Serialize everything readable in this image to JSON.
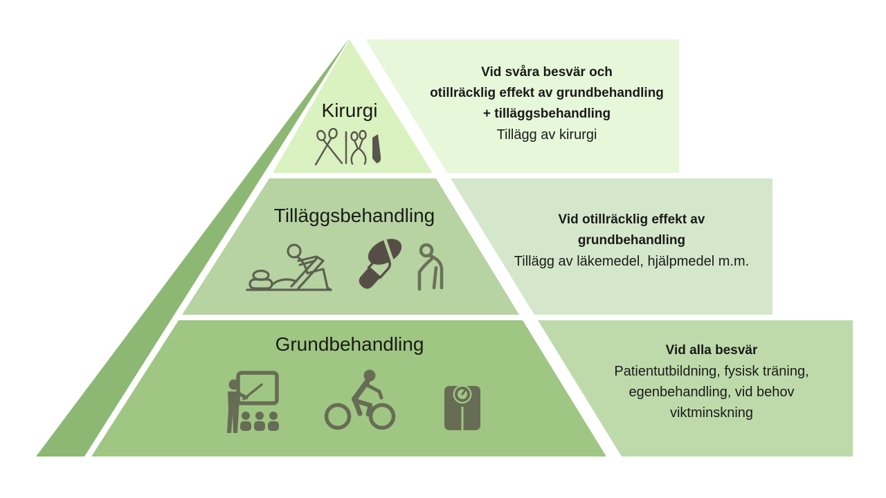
{
  "diagram_type": "treatment-pyramid",
  "language": "sv",
  "levels": [
    {
      "id": "kirurgi",
      "label": "Kirurgi",
      "icons": [
        "surgical-tools-icon"
      ],
      "note": {
        "bold_lines": [
          "Vid svåra besvär och",
          "otillräcklig effekt av grundbehandling",
          "+ tilläggsbehandling"
        ],
        "lines": [
          "Tillägg av kirurgi"
        ]
      }
    },
    {
      "id": "tillaggsbehandling",
      "label": "Tilläggsbehandling",
      "icons": [
        "physiotherapy-icon",
        "pills-icon",
        "person-with-cane-icon"
      ],
      "note": {
        "bold_lines": [
          "Vid otillräcklig effekt av",
          "grundbehandling"
        ],
        "lines": [
          "Tillägg av läkemedel, hjälpmedel m.m."
        ]
      }
    },
    {
      "id": "grundbehandling",
      "label": "Grundbehandling",
      "icons": [
        "patient-education-icon",
        "cyclist-icon",
        "weight-scale-icon"
      ],
      "note": {
        "bold_lines": [
          "Vid alla besvär"
        ],
        "lines": [
          "Patientutbildning, fysisk träning,",
          "egenbehandling, vid behov",
          "viktminskning"
        ]
      }
    }
  ],
  "colors": {
    "stripe": "#8cb873",
    "tier1": "#d9f2bf",
    "tier2": "#b6d3a1",
    "tier3": "#9fc682",
    "box1": "#e6f8d9",
    "box2": "#d5e7ca",
    "box3": "#bedaab",
    "icon_dark": "#5a564e",
    "icon_olive": "#676c55",
    "icon_outline": "#5d6150",
    "icon_pill": "#564e46",
    "icon_cane": "#6b7158",
    "text": "#1a1a1a"
  }
}
